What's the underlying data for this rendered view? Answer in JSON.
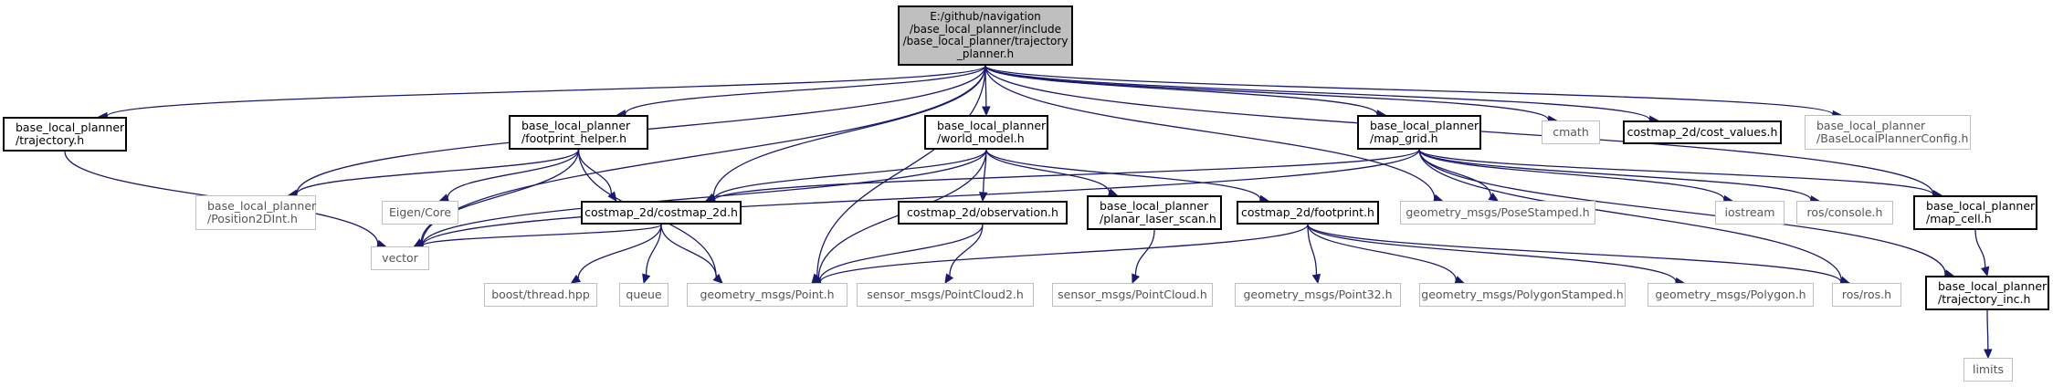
{
  "diagram": {
    "type": "include-dependency-graph",
    "colors": {
      "edge": "#191970",
      "root_fill": "#bfbfbf",
      "header_border": "#000000",
      "external_border": "#bfbfbf"
    },
    "nodes": {
      "root": "E:/github/navigation\n/base_local_planner/include\n/base_local_planner/trajectory\n_planner.h",
      "trajectory": "base_local_planner\n/trajectory.h",
      "footprint_helper": "base_local_planner\n/footprint_helper.h",
      "world_model": "base_local_planner\n/world_model.h",
      "map_grid": "base_local_planner\n/map_grid.h",
      "cmath": "cmath",
      "cost_values": "costmap_2d/cost_values.h",
      "blp_config": "base_local_planner\n/BaseLocalPlannerConfig.h",
      "position2dint": "base_local_planner\n/Position2DInt.h",
      "eigen_core": "Eigen/Core",
      "costmap_2d": "costmap_2d/costmap_2d.h",
      "observation": "costmap_2d/observation.h",
      "planar_laser_scan": "base_local_planner\n/planar_laser_scan.h",
      "footprint": "costmap_2d/footprint.h",
      "pose_stamped": "geometry_msgs/PoseStamped.h",
      "iostream": "iostream",
      "ros_console": "ros/console.h",
      "map_cell": "base_local_planner\n/map_cell.h",
      "vector": "vector",
      "boost_thread": "boost/thread.hpp",
      "queue": "queue",
      "point": "geometry_msgs/Point.h",
      "pointcloud2": "sensor_msgs/PointCloud2.h",
      "pointcloud": "sensor_msgs/PointCloud.h",
      "point32": "geometry_msgs/Point32.h",
      "polygon_stamped": "geometry_msgs/PolygonStamped.h",
      "polygon": "geometry_msgs/Polygon.h",
      "ros_h": "ros/ros.h",
      "trajectory_inc": "base_local_planner\n/trajectory_inc.h",
      "limits": "limits"
    },
    "edges": [
      [
        "root",
        "trajectory"
      ],
      [
        "root",
        "footprint_helper"
      ],
      [
        "root",
        "world_model"
      ],
      [
        "root",
        "map_grid"
      ],
      [
        "root",
        "cmath"
      ],
      [
        "root",
        "cost_values"
      ],
      [
        "root",
        "blp_config"
      ],
      [
        "root",
        "position2dint"
      ],
      [
        "root",
        "costmap_2d"
      ],
      [
        "root",
        "point"
      ],
      [
        "root",
        "pose_stamped"
      ],
      [
        "root",
        "map_cell"
      ],
      [
        "root",
        "vector"
      ],
      [
        "trajectory",
        "vector"
      ],
      [
        "footprint_helper",
        "position2dint"
      ],
      [
        "footprint_helper",
        "eigen_core"
      ],
      [
        "footprint_helper",
        "costmap_2d"
      ],
      [
        "footprint_helper",
        "point"
      ],
      [
        "footprint_helper",
        "vector"
      ],
      [
        "world_model",
        "costmap_2d"
      ],
      [
        "world_model",
        "observation"
      ],
      [
        "world_model",
        "planar_laser_scan"
      ],
      [
        "world_model",
        "footprint"
      ],
      [
        "world_model",
        "point"
      ],
      [
        "world_model",
        "vector"
      ],
      [
        "map_grid",
        "costmap_2d"
      ],
      [
        "map_grid",
        "pose_stamped"
      ],
      [
        "map_grid",
        "iostream"
      ],
      [
        "map_grid",
        "ros_console"
      ],
      [
        "map_grid",
        "map_cell"
      ],
      [
        "map_grid",
        "trajectory_inc"
      ],
      [
        "map_grid",
        "ros_h"
      ],
      [
        "map_grid",
        "vector"
      ],
      [
        "costmap_2d",
        "vector"
      ],
      [
        "costmap_2d",
        "boost_thread"
      ],
      [
        "costmap_2d",
        "queue"
      ],
      [
        "costmap_2d",
        "point"
      ],
      [
        "observation",
        "pointcloud2"
      ],
      [
        "observation",
        "point"
      ],
      [
        "planar_laser_scan",
        "pointcloud"
      ],
      [
        "footprint",
        "point"
      ],
      [
        "footprint",
        "point32"
      ],
      [
        "footprint",
        "polygon_stamped"
      ],
      [
        "footprint",
        "polygon"
      ],
      [
        "footprint",
        "ros_h"
      ],
      [
        "map_cell",
        "trajectory_inc"
      ],
      [
        "trajectory_inc",
        "limits"
      ]
    ]
  }
}
